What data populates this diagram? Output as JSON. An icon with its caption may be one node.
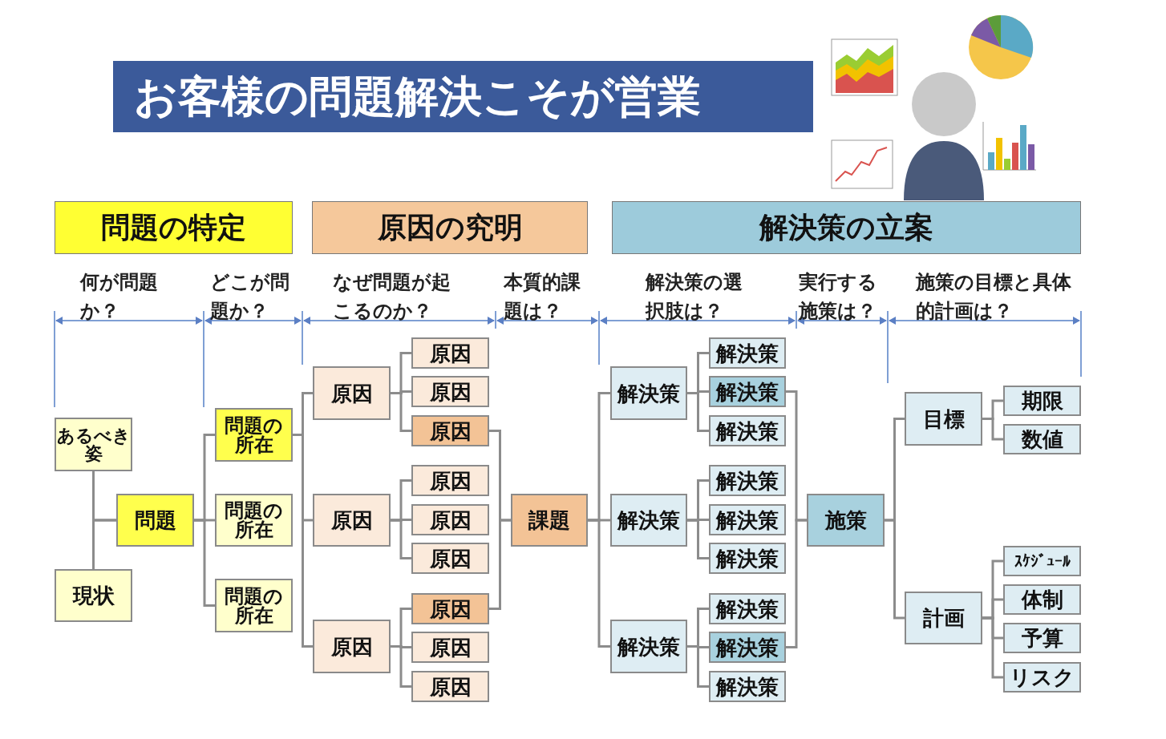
{
  "diagram": {
    "title": "お客様の問題解決こそが営業",
    "nodes": [
      {
        "text": [
          "問題の特定"
        ]
      },
      {
        "text": [
          "原因の究明"
        ]
      },
      {
        "text": [
          "解決策の立案"
        ]
      },
      {
        "text": [
          "あるべき姿"
        ]
      },
      {
        "text": [
          "現状"
        ]
      },
      {
        "text": [
          "問題"
        ]
      },
      {
        "text": [
          "問題の所在"
        ]
      },
      {
        "text": [
          "問題の所在"
        ]
      },
      {
        "text": [
          "問題の所在"
        ]
      },
      {
        "text": [
          "原因"
        ]
      },
      {
        "text": [
          "原因"
        ]
      },
      {
        "text": [
          "原因"
        ]
      },
      {
        "text": [
          "原因"
        ]
      },
      {
        "text": [
          "原因"
        ]
      },
      {
        "text": [
          "原因"
        ]
      },
      {
        "text": [
          "原因"
        ]
      },
      {
        "text": [
          "原因"
        ]
      },
      {
        "text": [
          "原因"
        ]
      },
      {
        "text": [
          "原因"
        ]
      },
      {
        "text": [
          "原因"
        ]
      },
      {
        "text": [
          "原因"
        ]
      },
      {
        "text": [
          "課題"
        ]
      },
      {
        "text": [
          "解決策"
        ]
      },
      {
        "text": [
          "解決策"
        ]
      },
      {
        "text": [
          "解決策"
        ]
      },
      {
        "text": [
          "解決策"
        ]
      },
      {
        "text": [
          "解決策"
        ]
      },
      {
        "text": [
          "解決策"
        ]
      },
      {
        "text": [
          "解決策"
        ]
      },
      {
        "text": [
          "解決策"
        ]
      },
      {
        "text": [
          "解決策"
        ]
      },
      {
        "text": [
          "解決策"
        ]
      },
      {
        "text": [
          "解決策"
        ]
      },
      {
        "text": [
          "解決策"
        ]
      },
      {
        "text": [
          "施策"
        ]
      },
      {
        "text": [
          "目標"
        ]
      },
      {
        "text": [
          "期限"
        ]
      },
      {
        "text": [
          "数値"
        ]
      },
      {
        "text": [
          "計画"
        ]
      },
      {
        "text": [
          "ｽｹｼﾞｭｰﾙ"
        ]
      },
      {
        "text": [
          "体制"
        ]
      },
      {
        "text": [
          "予算"
        ]
      },
      {
        "text": [
          "リスク"
        ]
      }
    ],
    "edges": [
      {
        "from": 3,
        "to": 5,
        "arrow": "none"
      },
      {
        "from": 4,
        "to": 5,
        "arrow": "none"
      },
      {
        "from": 5,
        "to": 6,
        "arrow": "none"
      },
      {
        "from": 5,
        "to": 7,
        "arrow": "none"
      },
      {
        "from": 5,
        "to": 8,
        "arrow": "none"
      },
      {
        "from": 6,
        "to": 9,
        "arrow": "none"
      },
      {
        "from": 6,
        "to": 13,
        "arrow": "none"
      },
      {
        "from": 6,
        "to": 17,
        "arrow": "none"
      },
      {
        "from": 9,
        "to": 10,
        "arrow": "none"
      },
      {
        "from": 9,
        "to": 11,
        "arrow": "none"
      },
      {
        "from": 9,
        "to": 12,
        "arrow": "none"
      },
      {
        "from": 13,
        "to": 14,
        "arrow": "none"
      },
      {
        "from": 13,
        "to": 15,
        "arrow": "none"
      },
      {
        "from": 13,
        "to": 16,
        "arrow": "none"
      },
      {
        "from": 17,
        "to": 18,
        "arrow": "none"
      },
      {
        "from": 17,
        "to": 19,
        "arrow": "none"
      },
      {
        "from": 17,
        "to": 20,
        "arrow": "none"
      },
      {
        "from": 12,
        "to": 21,
        "arrow": "none"
      },
      {
        "from": 18,
        "to": 21,
        "arrow": "none"
      },
      {
        "from": 21,
        "to": 22,
        "arrow": "none"
      },
      {
        "from": 21,
        "to": 26,
        "arrow": "none"
      },
      {
        "from": 21,
        "to": 30,
        "arrow": "none"
      },
      {
        "from": 22,
        "to": 23,
        "arrow": "none"
      },
      {
        "from": 22,
        "to": 24,
        "arrow": "none"
      },
      {
        "from": 22,
        "to": 25,
        "arrow": "none"
      },
      {
        "from": 26,
        "to": 27,
        "arrow": "none"
      },
      {
        "from": 26,
        "to": 28,
        "arrow": "none"
      },
      {
        "from": 26,
        "to": 29,
        "arrow": "none"
      },
      {
        "from": 30,
        "to": 31,
        "arrow": "none"
      },
      {
        "from": 30,
        "to": 32,
        "arrow": "none"
      },
      {
        "from": 30,
        "to": 33,
        "arrow": "none"
      },
      {
        "from": 24,
        "to": 34,
        "arrow": "none"
      },
      {
        "from": 32,
        "to": 34,
        "arrow": "none"
      },
      {
        "from": 34,
        "to": 35,
        "arrow": "none"
      },
      {
        "from": 34,
        "to": 38,
        "arrow": "none"
      },
      {
        "from": 35,
        "to": 36,
        "arrow": "none"
      },
      {
        "from": 35,
        "to": 37,
        "arrow": "none"
      },
      {
        "from": 38,
        "to": 39,
        "arrow": "none"
      },
      {
        "from": 38,
        "to": 40,
        "arrow": "none"
      },
      {
        "from": 38,
        "to": 41,
        "arrow": "none"
      },
      {
        "from": 38,
        "to": 42,
        "arrow": "none"
      }
    ],
    "labels": [
      "何が問題か？",
      "どこが問題か？",
      "なぜ問題が起こるのか？",
      "本質的課題は？",
      "解決策の選択肢は？",
      "実行する施策は？",
      "施策の目標と具体的計画は？"
    ]
  }
}
